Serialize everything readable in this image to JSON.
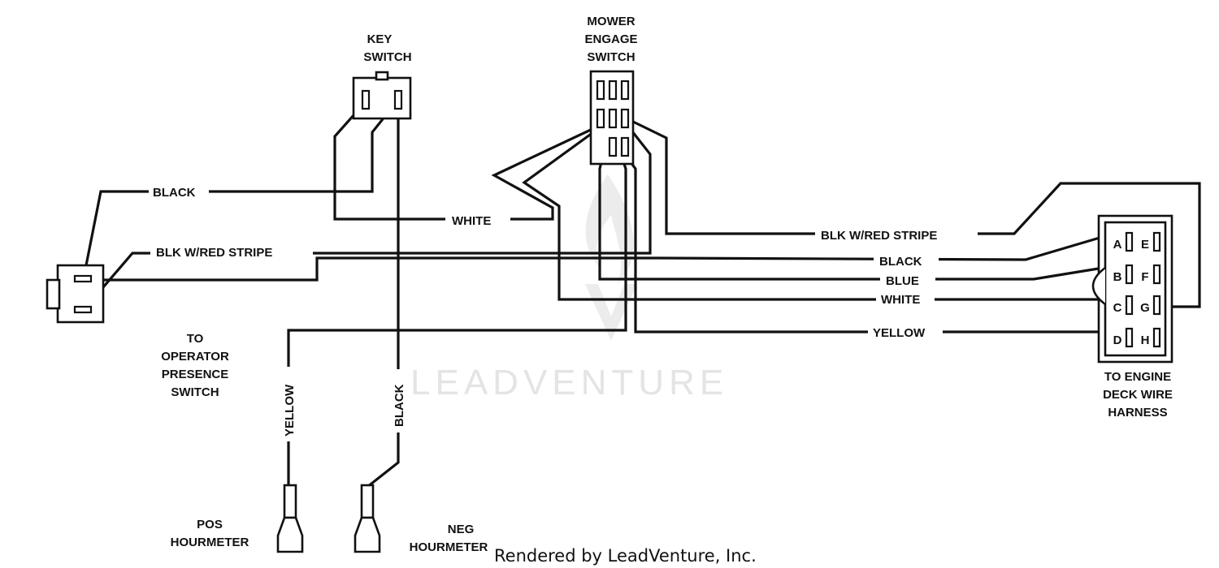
{
  "components": {
    "key_switch": [
      "KEY",
      "SWITCH"
    ],
    "mower_engage_switch": [
      "MOWER",
      "ENGAGE",
      "SWITCH"
    ],
    "operator_presence_switch": [
      "TO",
      "OPERATOR",
      "PRESENCE",
      "SWITCH"
    ],
    "engine_deck_harness": [
      "TO ENGINE",
      "DECK WIRE",
      "HARNESS"
    ],
    "pos_hourmeter": [
      "POS",
      "HOURMETER"
    ],
    "neg_hourmeter": [
      "NEG",
      "HOURMETER"
    ]
  },
  "harness_pins": {
    "left": [
      "A",
      "B",
      "C",
      "D"
    ],
    "right": [
      "E",
      "F",
      "G",
      "H"
    ]
  },
  "wire_labels": {
    "black_left": "BLACK",
    "blk_red_left": "BLK W/RED STRIPE",
    "white_center": "WHITE",
    "blk_red_right": "BLK W/RED STRIPE",
    "black_right": "BLACK",
    "blue_right": "BLUE",
    "white_right": "WHITE",
    "yellow_right": "YELLOW",
    "yellow_vertical": "YELLOW",
    "black_vertical": "BLACK"
  },
  "watermark": "LEADVENTURE",
  "credit": "Rendered by LeadVenture, Inc."
}
